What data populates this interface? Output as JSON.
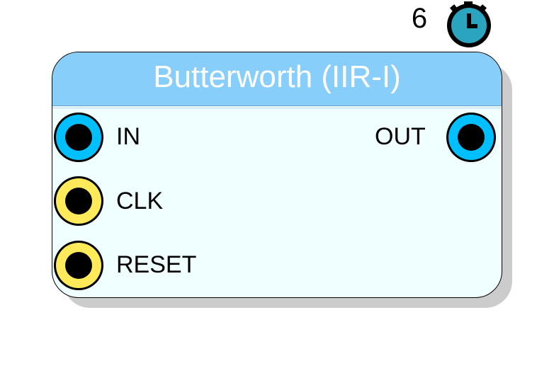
{
  "block": {
    "title": "Butterworth (IIR-I)",
    "colors": {
      "header": "#87cefa",
      "body": "#f0ffff",
      "shadow": "#cccccc"
    }
  },
  "badge": {
    "count": "6",
    "icon": "stopwatch-icon",
    "color": "#2aa4bf"
  },
  "ports": {
    "inputs": [
      {
        "label": "IN",
        "kind": "signal",
        "color": "#00bfff"
      },
      {
        "label": "CLK",
        "kind": "clock",
        "color": "#ffeb5a"
      },
      {
        "label": "RESET",
        "kind": "clock",
        "color": "#ffeb5a"
      }
    ],
    "outputs": [
      {
        "label": "OUT",
        "kind": "signal",
        "color": "#00bfff"
      }
    ]
  }
}
